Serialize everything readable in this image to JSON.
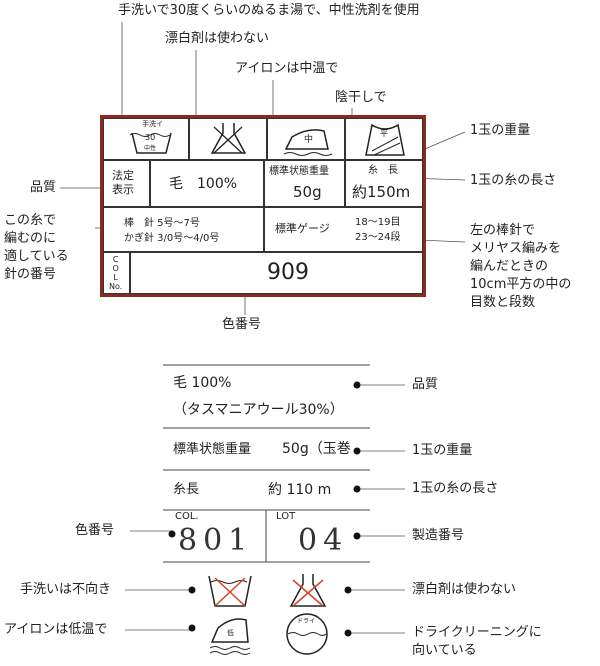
{
  "top_annotations": {
    "hand_wash": "手洗いで30度くらいのぬるま湯で、中性洗剤を使用",
    "no_bleach": "漂白剤は使わない",
    "iron_medium": "アイロンは中温で",
    "shade_dry": "陰干しで",
    "ball_weight": "1玉の重量",
    "quality": "品質",
    "yarn_length": "1玉の糸の長さ",
    "needle_size": [
      "この糸で",
      "編むのに",
      "適している",
      "針の番号"
    ],
    "gauge": [
      "左の棒針で",
      "メリヤス編みを",
      "編んだときの",
      "10cm平方の中の",
      "目数と段数"
    ],
    "color_number": "色番号"
  },
  "label1": {
    "icon_hand_wash": [
      "手洗イ",
      "30",
      "中性"
    ],
    "iron_mark": "中",
    "dry_mark": "平",
    "legal_label": [
      "法定",
      "表示"
    ],
    "fiber": "毛　100%",
    "weight_label": "標準状態重量",
    "weight": "50g",
    "length_label": "糸　長",
    "length": "約150m",
    "needles": [
      "棒　針 5号〜7号",
      "かぎ針 3/0号〜4/0号"
    ],
    "gauge_label": "標準ゲージ",
    "gauge": [
      "18〜19目",
      "23〜24段"
    ],
    "col_label": [
      "C",
      "O",
      "L",
      "No."
    ],
    "col_number": "909"
  },
  "label2": {
    "fiber": "毛 100%",
    "fiber_detail": "（タスマニアウール30%）",
    "weight_label": "標準状態重量",
    "weight": "50g（玉巻",
    "length_label": "糸長",
    "length": "約 110 m",
    "col_label": "COL.",
    "col_number": "801",
    "lot_label": "LOT",
    "lot_number": "04",
    "iron_mark": "低",
    "dry_mark": "ドライ"
  },
  "bottom_annotations": {
    "quality": "品質",
    "ball_weight": "1玉の重量",
    "yarn_length": "1玉の糸の長さ",
    "lot": "製造番号",
    "color_number": "色番号",
    "no_hand_wash": "手洗いは不向き",
    "no_bleach": "漂白剤は使わない",
    "iron_low": "アイロンは低温で",
    "dry_clean": [
      "ドライクリーニングに",
      "向いている"
    ]
  },
  "colors": {
    "border": "#8a2a1e",
    "cross": "#d8402a"
  }
}
